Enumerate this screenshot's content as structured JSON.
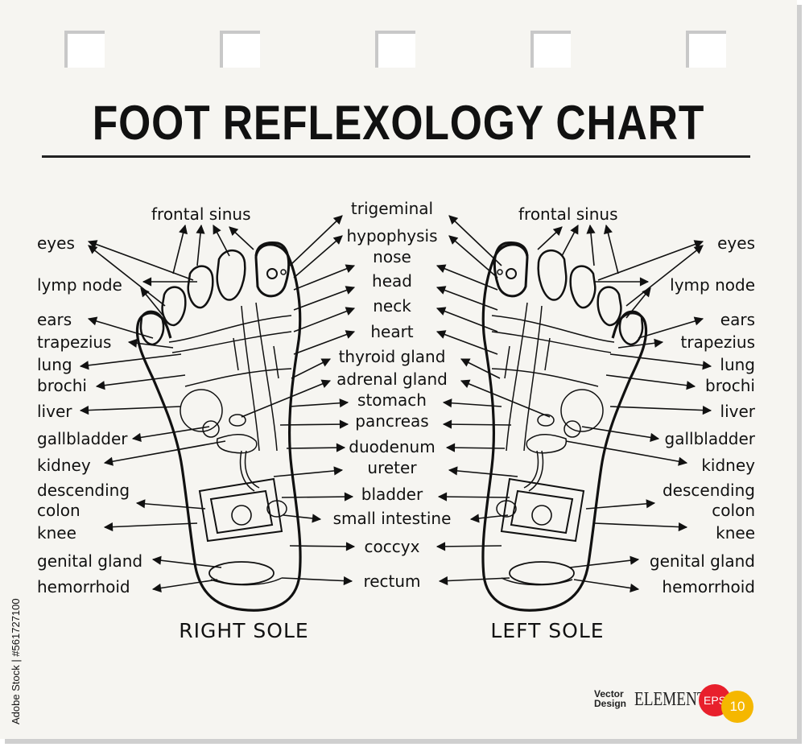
{
  "title": "FOOT REFLEXOLOGY CHART",
  "right_sole": {
    "caption": "RIGHT SOLE",
    "labels": [
      "frontal sinus",
      "eyes",
      "lymp node",
      "ears",
      "trapezius",
      "lung",
      "brochi",
      "liver",
      "gallbladder",
      "kidney",
      "descending",
      "colon",
      "knee",
      "genital gland",
      "hemorrhoid"
    ]
  },
  "left_sole": {
    "caption": "LEFT SOLE",
    "labels": [
      "frontal sinus",
      "eyes",
      "lymp node",
      "ears",
      "trapezius",
      "lung",
      "brochi",
      "liver",
      "gallbladder",
      "kidney",
      "descending",
      "colon",
      "knee",
      "genital gland",
      "hemorrhoid"
    ]
  },
  "center_labels": [
    "trigeminal",
    "hypophysis",
    "nose",
    "head",
    "neck",
    "heart",
    "thyroid gland",
    "adrenal gland",
    "stomach",
    "pancreas",
    "duodenum",
    "ureter",
    "bladder",
    "small intestine",
    "coccyx",
    "rectum"
  ],
  "stock_id": "Adobe Stock | #561727100",
  "logo": {
    "line1": "Vector",
    "line2": "Design",
    "word": "ELEMENT",
    "badge1": "EPS",
    "badge2": "10"
  },
  "colors": {
    "paper": "#f6f5f1",
    "ink": "#111111",
    "badge_red": "#e8202c",
    "badge_yellow": "#f5b700"
  }
}
